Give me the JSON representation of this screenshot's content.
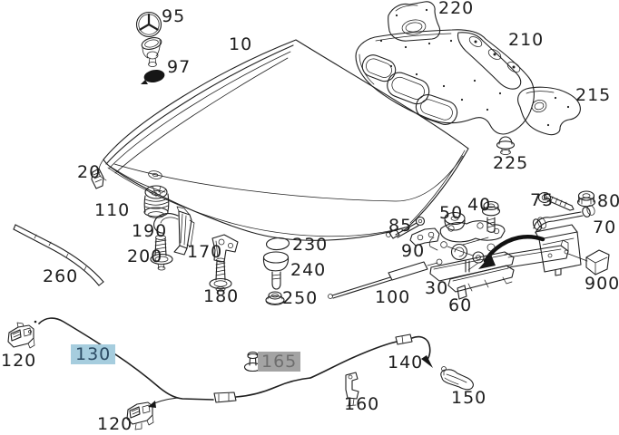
{
  "diagram": {
    "type": "exploded-parts-diagram",
    "background_color": "#ffffff",
    "line_color": "#1f1f1f",
    "highlight": {
      "selected_bg": "#a6cdde",
      "selected_text": "#2b4a63",
      "alternate_bg": "#a3a3a3",
      "alternate_text": "#6e6e6e"
    },
    "parts": {
      "p95": {
        "label": "95"
      },
      "p97": {
        "label": "97"
      },
      "p10": {
        "label": "10"
      },
      "p220": {
        "label": "220"
      },
      "p210": {
        "label": "210"
      },
      "p215": {
        "label": "215"
      },
      "p225": {
        "label": "225"
      },
      "p20": {
        "label": "20"
      },
      "p110": {
        "label": "110"
      },
      "p190": {
        "label": "190"
      },
      "p200": {
        "label": "200"
      },
      "p260": {
        "label": "260"
      },
      "p170": {
        "label": "170"
      },
      "p180": {
        "label": "180"
      },
      "p230": {
        "label": "230"
      },
      "p240": {
        "label": "240"
      },
      "p250": {
        "label": "250"
      },
      "p85": {
        "label": "85"
      },
      "p90": {
        "label": "90"
      },
      "p50": {
        "label": "50"
      },
      "p40": {
        "label": "40"
      },
      "p75": {
        "label": "75"
      },
      "p80": {
        "label": "80"
      },
      "p70": {
        "label": "70"
      },
      "p900": {
        "label": "900"
      },
      "p30": {
        "label": "30"
      },
      "p100": {
        "label": "100"
      },
      "p60": {
        "label": "60"
      },
      "p120a": {
        "label": "120"
      },
      "p130": {
        "label": "130",
        "highlighted": "selected"
      },
      "p165": {
        "label": "165",
        "highlighted": "alternate"
      },
      "p120b": {
        "label": "120"
      },
      "p140": {
        "label": "140"
      },
      "p160": {
        "label": "160"
      },
      "p150": {
        "label": "150"
      }
    }
  }
}
